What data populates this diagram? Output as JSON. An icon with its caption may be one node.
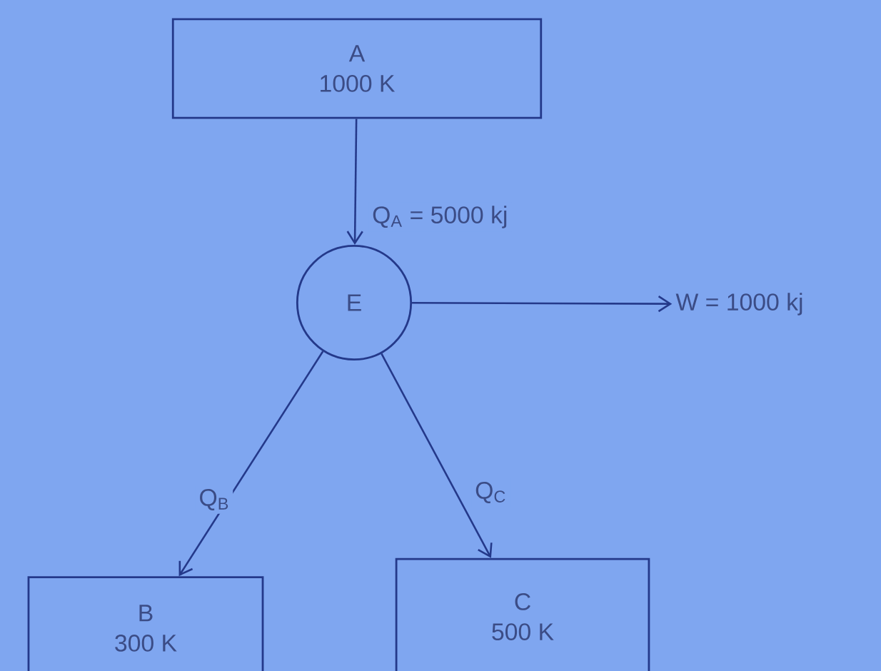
{
  "diagram": {
    "nodes": [
      {
        "text": [
          "A",
          "1000 K"
        ]
      },
      {
        "text": [
          "E"
        ]
      },
      {
        "text": [
          "B",
          "300 K"
        ]
      },
      {
        "text": [
          "C",
          "500 K"
        ]
      },
      {
        "text": [
          "W = 1000 kj"
        ]
      }
    ],
    "edges": [
      {
        "from": 0,
        "to": 1,
        "arrow": "to",
        "label": "Q$_{A}$ = 5000 kj"
      },
      {
        "from": 1,
        "to": 4,
        "arrow": "to"
      },
      {
        "from": 1,
        "to": 2,
        "arrow": "to",
        "label": "Q$_{B}$"
      },
      {
        "from": 1,
        "to": 3,
        "arrow": "to",
        "label": "Q$_{C}$"
      }
    ]
  }
}
